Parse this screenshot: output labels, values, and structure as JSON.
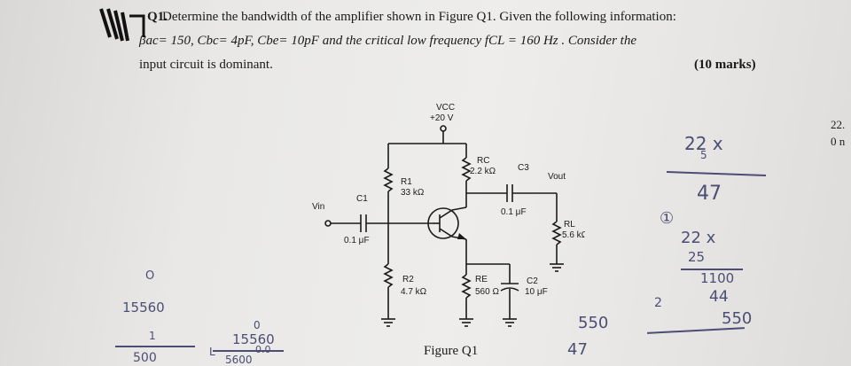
{
  "question": {
    "number": "Q1.",
    "line1": "Determine the bandwidth of the amplifier shown in Figure Q1. Given the following information:",
    "line2": "βac= 150,  Cbc= 4pF,  Cbe= 10pF  and the critical low frequency  fCL = 160 Hz . Consider the",
    "line3": "input circuit is dominant.",
    "marks": "(10 marks)"
  },
  "figure": {
    "caption": "Figure Q1",
    "labels": {
      "vcc": "VCC",
      "vcc_value": "+20 V",
      "rc": "RC",
      "rc_value": "2.2 kΩ",
      "c3": "C3",
      "c3_value": "0.1 μF",
      "vout": "Vout",
      "r1": "R1",
      "r1_value": "33 kΩ",
      "vin": "Vin",
      "c1": "C1",
      "c1_value": "0.1 μF",
      "rl": "RL",
      "rl_value": "5.6 kΩ",
      "r2": "R2",
      "r2_value": "4.7 kΩ",
      "re": "RE",
      "re_value": "560 Ω",
      "c2": "C2",
      "c2_value": "10 μF"
    }
  },
  "margin_text": {
    "line1": "22.",
    "line2": "0 n"
  },
  "handwriting": {
    "top_fraction_num": "22 x",
    "top_fraction_sub": "5",
    "top_fraction_den": "47",
    "circled": "①",
    "mid_line1": "22 x",
    "mid_line2": "25",
    "mid_line3": "1100",
    "mid_line4": "44",
    "mid_line5": "550",
    "two": "2",
    "bottom_num": "550",
    "bottom_den": "47",
    "left_top": "O",
    "left_mid": "15560",
    "left_one": "1",
    "left_bottom": "500",
    "left2_top": "0",
    "left2_mid": "15560",
    "left2_bottom": "5600",
    "left2_small": "0.0",
    "left2_l": "L"
  }
}
